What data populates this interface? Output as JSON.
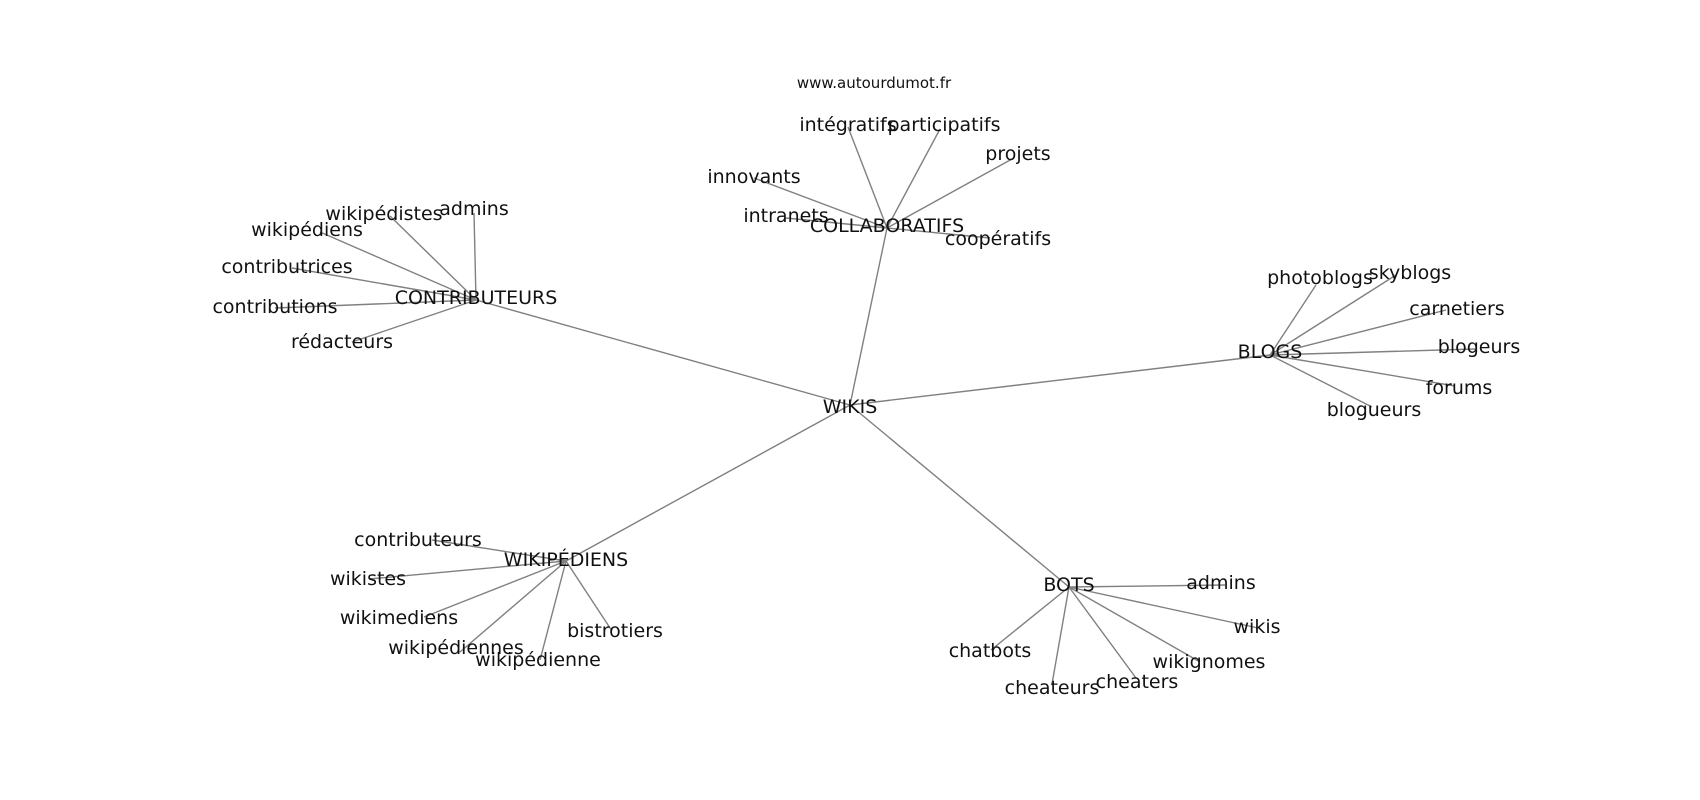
{
  "source": "www.autourdumot.fr",
  "colors": {
    "edge": "#808080",
    "text": "#111111",
    "background": "#ffffff"
  },
  "center": "WIKIS",
  "branches": [
    {
      "hub": "COLLABORATIFS",
      "leaves": [
        "intégratifs",
        "participatifs",
        "projets",
        "innovants",
        "intranets",
        "coopératifs"
      ]
    },
    {
      "hub": "CONTRIBUTEURS",
      "leaves": [
        "admins",
        "wikipédistes",
        "wikipédiens",
        "contributrices",
        "contributions",
        "rédacteurs"
      ]
    },
    {
      "hub": "BLOGS",
      "leaves": [
        "photoblogs",
        "skyblogs",
        "carnetiers",
        "blogeurs",
        "forums",
        "blogueurs"
      ]
    },
    {
      "hub": "WIKIPÉDIENS",
      "leaves": [
        "contributeurs",
        "wikistes",
        "wikimediens",
        "wikipédiennes",
        "wikipédienne",
        "bistrotiers"
      ]
    },
    {
      "hub": "BOTS",
      "leaves": [
        "admins",
        "wikis",
        "wikignomes",
        "cheaters",
        "cheateurs",
        "chatbots"
      ]
    }
  ]
}
